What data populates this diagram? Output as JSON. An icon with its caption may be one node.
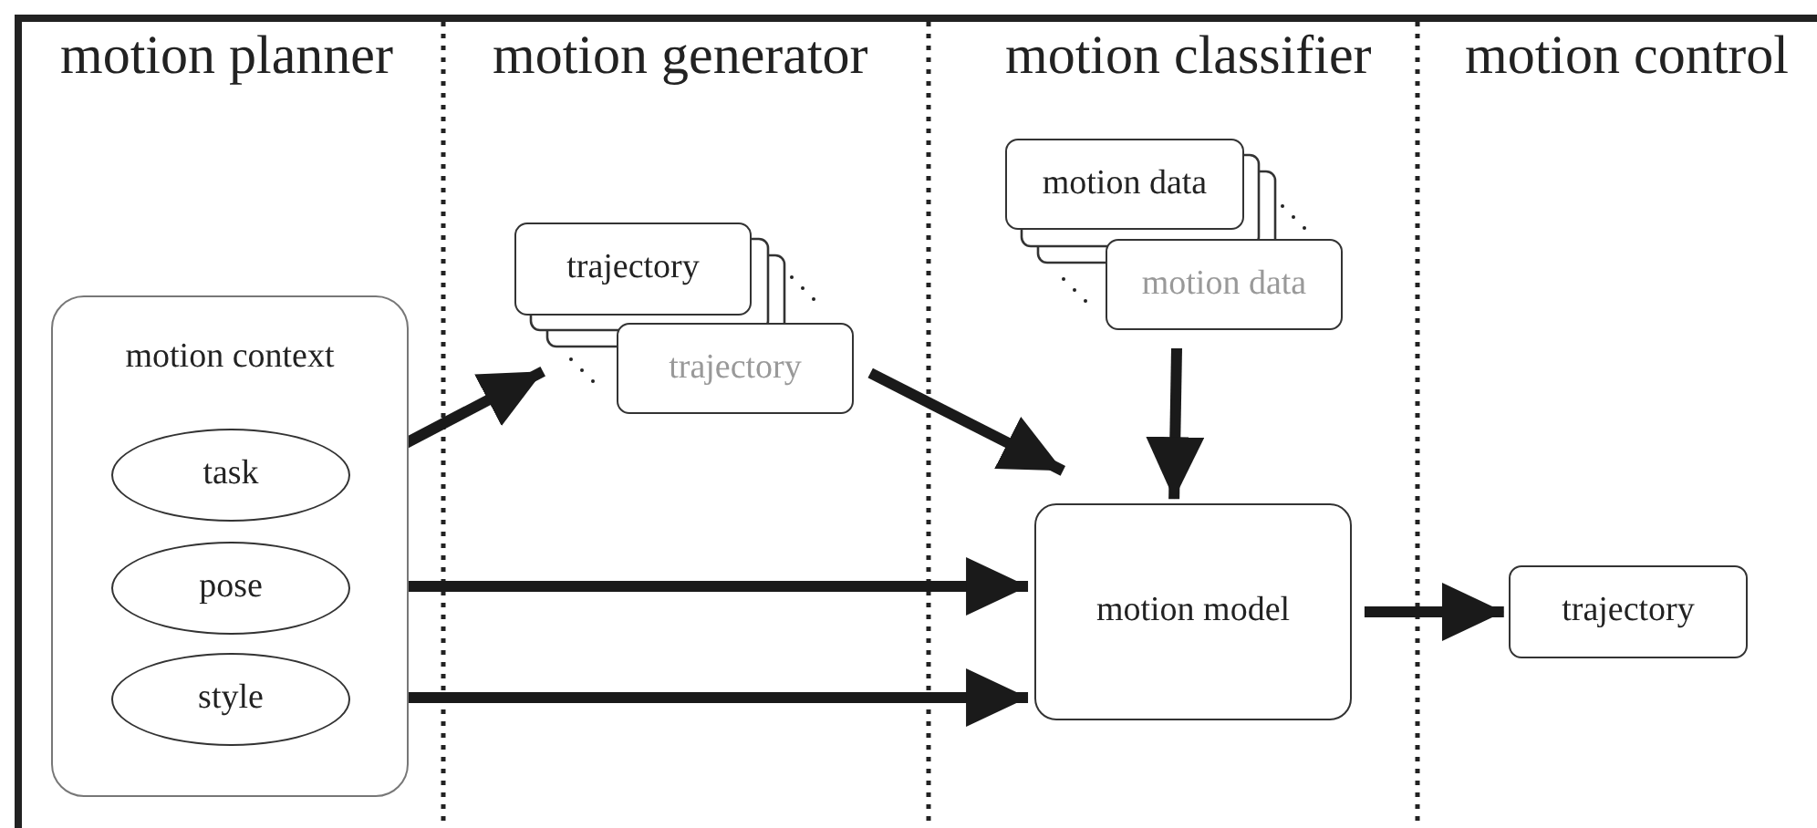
{
  "diagram": {
    "nodes": [
      {
        "text": [
          "motion context"
        ]
      },
      {
        "text": [
          "task"
        ],
        "in": 0
      },
      {
        "text": [
          "pose"
        ],
        "in": 0
      },
      {
        "text": [
          "style"
        ],
        "in": 0
      },
      {
        "text": [
          "trajectory"
        ]
      },
      {
        "text": [
          "trajectory"
        ]
      },
      {
        "text": [
          "motion data"
        ]
      },
      {
        "text": [
          "motion data"
        ]
      },
      {
        "text": [
          "motion model"
        ]
      },
      {
        "text": [
          "trajectory"
        ]
      }
    ],
    "edges": [
      {
        "from": 1,
        "to": 4,
        "arrow": "to"
      },
      {
        "from": 5,
        "to": 8,
        "arrow": "to"
      },
      {
        "from": 7,
        "to": 8,
        "arrow": "to"
      },
      {
        "from": 2,
        "to": 8,
        "arrow": "to"
      },
      {
        "from": 3,
        "to": 8,
        "arrow": "to"
      },
      {
        "from": 8,
        "to": 9,
        "arrow": "to"
      }
    ],
    "labels": [
      "motion planner",
      "motion generator",
      "motion classifier",
      "motion control"
    ]
  }
}
